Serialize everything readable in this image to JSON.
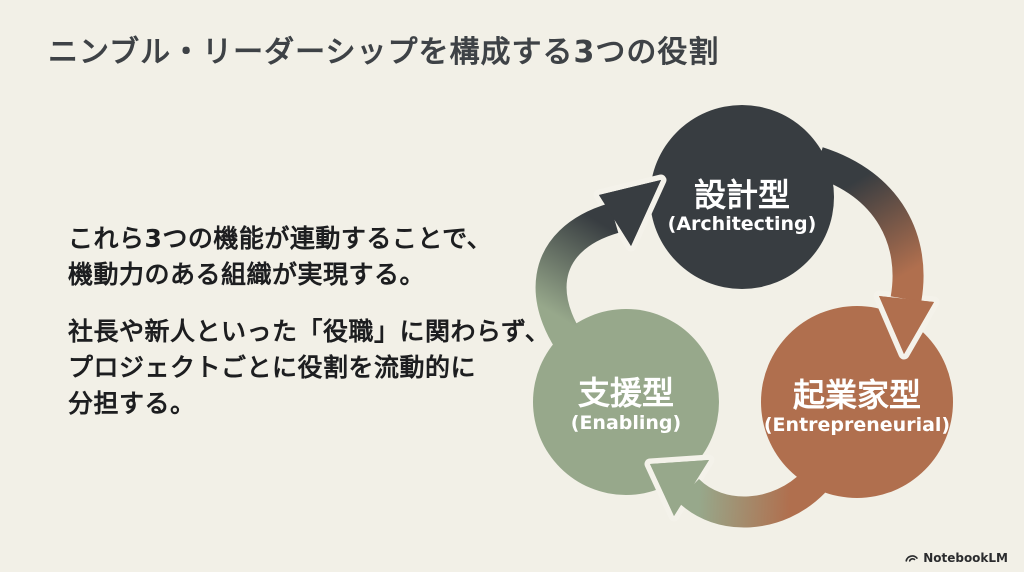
{
  "title": "ニンブル・リーダーシップを構成する3つの役割",
  "body": {
    "paragraph1_lines": [
      "これら3つの機能が連動することで、",
      "機動力のある組織が実現する。"
    ],
    "paragraph2_lines": [
      "社長や新人といった「役職」に関わらず、",
      "プロジェクトごとに役割を流動的に",
      "分担する。"
    ]
  },
  "diagram": {
    "type": "cycle",
    "nodes": [
      {
        "id": "architecting",
        "label_ja": "設計型",
        "label_en": "(Architecting)",
        "color": "#383d41",
        "text_color": "#ffffff"
      },
      {
        "id": "entrepreneurial",
        "label_ja": "起業家型",
        "label_en": "(Entrepreneurial)",
        "color": "#b06f4e",
        "text_color": "#ffffff"
      },
      {
        "id": "enabling",
        "label_ja": "支援型",
        "label_en": "(Enabling)",
        "color": "#97a88b",
        "text_color": "#ffffff"
      }
    ],
    "arrows": [
      {
        "from": "enabling",
        "to": "architecting"
      },
      {
        "from": "architecting",
        "to": "entrepreneurial"
      },
      {
        "from": "entrepreneurial",
        "to": "enabling"
      }
    ]
  },
  "footer": {
    "brand": "NotebookLM"
  },
  "colors": {
    "background": "#f2f0e7",
    "title_text": "#3e4246",
    "body_text": "#1d1e20",
    "notch_gap": "#f4f2ea"
  }
}
